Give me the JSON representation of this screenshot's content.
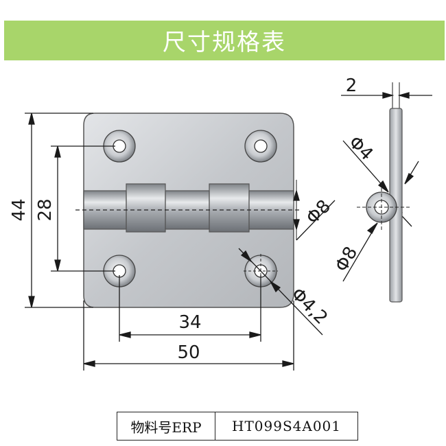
{
  "header": {
    "title": "尺寸规格表"
  },
  "dimensions": {
    "height_total": "44",
    "height_holes": "28",
    "width_holes": "34",
    "width_total": "50",
    "thickness": "2",
    "knuckle_diameter": "Φ8",
    "hole_diameter": "Φ4,2",
    "pin_diameter": "Φ4",
    "side_knuckle_diameter": "Φ8"
  },
  "erp": {
    "label": "物料号ERP",
    "value": "HT099S4A001"
  },
  "colors": {
    "banner": "#a8d56a",
    "metal": "#cfd2d6",
    "line": "#1a1a1a"
  }
}
